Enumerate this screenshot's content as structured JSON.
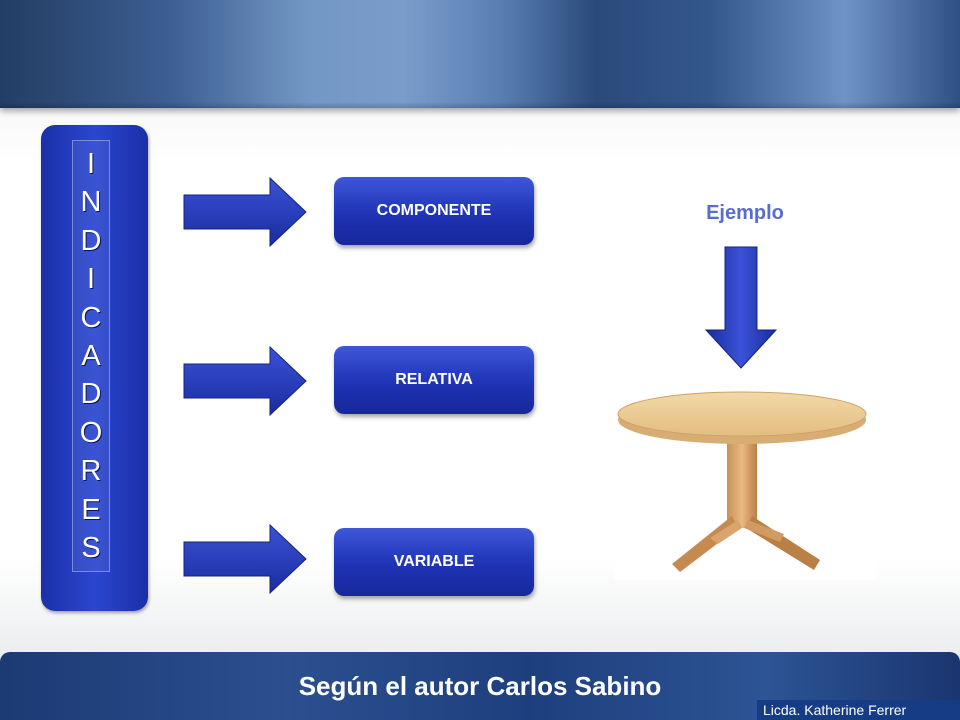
{
  "indicator_letters": [
    "I",
    "N",
    "D",
    "I",
    "C",
    "A",
    "D",
    "O",
    "R",
    "E",
    "S"
  ],
  "boxes": {
    "componente": "COMPONENTE",
    "relativa": "RELATIVA",
    "variable": "VARIABLE"
  },
  "example_label": "Ejemplo",
  "footer": {
    "title": "Según el autor Carlos Sabino",
    "credit": "Licda.  Katherine Ferrer"
  },
  "colors": {
    "primary_blue": "#1e33b5",
    "arrow_blue": "#2236c4",
    "header_blue": "#3d5f93",
    "example_text": "#5a6cd0"
  }
}
